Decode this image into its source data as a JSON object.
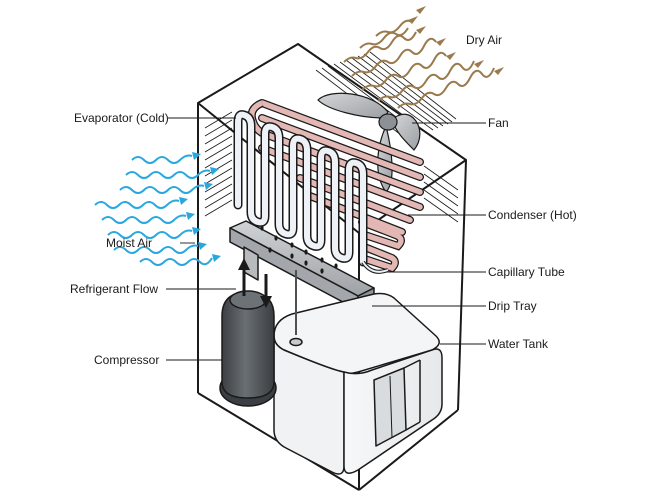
{
  "labels": {
    "dry_air": "Dry Air",
    "evaporator": "Evaporator (Cold)",
    "fan": "Fan",
    "moist_air": "Moist Air",
    "condenser": "Condenser (Hot)",
    "capillary_tube": "Capillary Tube",
    "refrigerant_flow": "Refrigerant Flow",
    "drip_tray": "Drip Tray",
    "water_tank": "Water Tank",
    "compressor": "Compressor"
  },
  "colors": {
    "dry_air_arrows": "#9b7b4e",
    "moist_air_arrows": "#29a8e0",
    "condenser_tubes": "#e2b7b4",
    "evaporator_tubes": "#eef2f7",
    "outline": "#1a1a1a",
    "compressor_body": "#565a5e",
    "drip_tray": "#b9bcbf"
  }
}
